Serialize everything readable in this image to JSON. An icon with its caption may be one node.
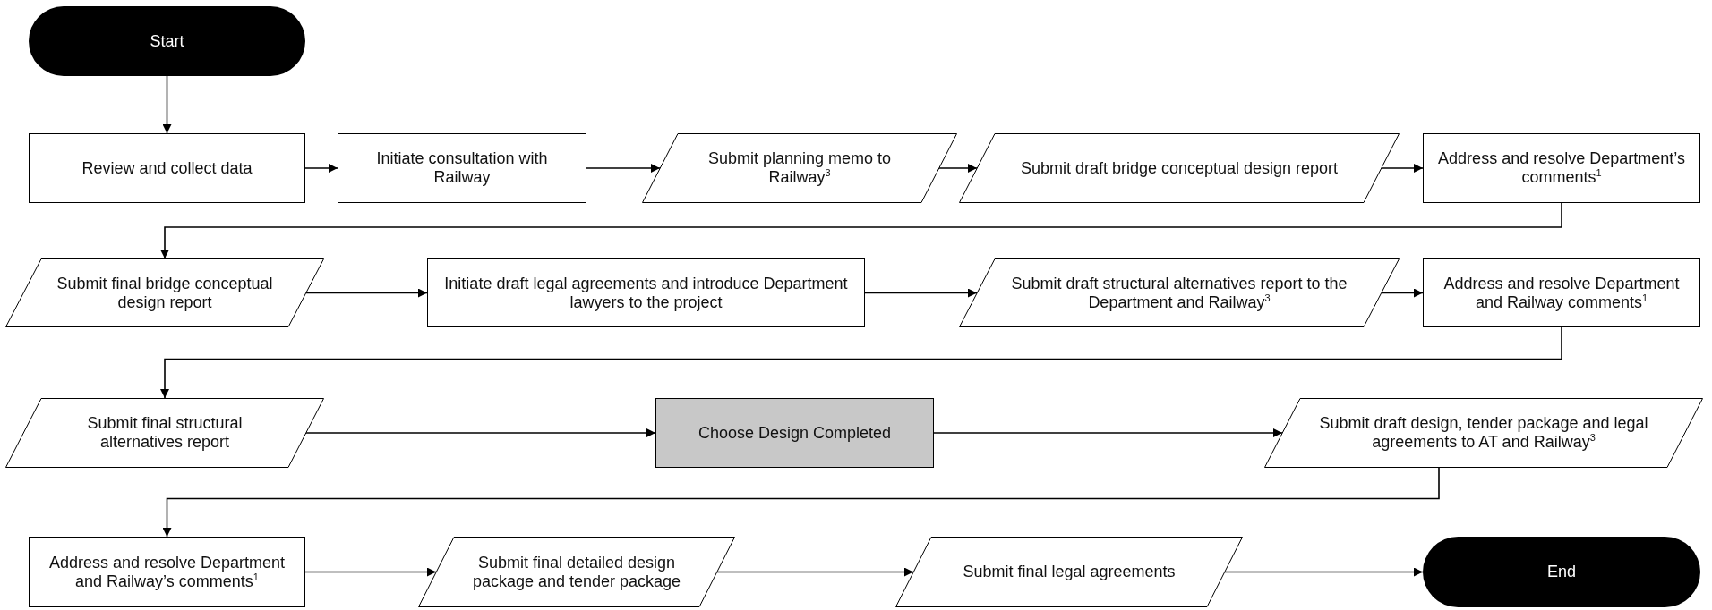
{
  "diagram": {
    "nodes": [
      {
        "text": [
          "Start"
        ]
      },
      {
        "text": [
          "Review and collect data"
        ]
      },
      {
        "text": [
          "Initiate consultation with Railway"
        ]
      },
      {
        "text": [
          "Submit planning memo to Railway$^{3}$"
        ]
      },
      {
        "text": [
          "Submit draft bridge conceptual design report"
        ]
      },
      {
        "text": [
          "Address and resolve Department’s comments$^{1}$"
        ]
      },
      {
        "text": [
          "Submit final bridge conceptual design report"
        ]
      },
      {
        "text": [
          "Initiate draft legal agreements and introduce Department lawyers to the project"
        ]
      },
      {
        "text": [
          "Submit draft structural alternatives report to the Department and Railway$^{3}$"
        ]
      },
      {
        "text": [
          "Address and resolve Department and Railway comments$^{1}$"
        ]
      },
      {
        "text": [
          "Submit final structural alternatives report"
        ]
      },
      {
        "text": [
          "Choose Design Completed"
        ]
      },
      {
        "text": [
          "Submit draft design, tender package and legal agreements to AT and Railway$^{3}$"
        ]
      },
      {
        "text": [
          "Address and resolve Department and Railway’s comments$^{1}$"
        ]
      },
      {
        "text": [
          "Submit final detailed design package and tender package"
        ]
      },
      {
        "text": [
          "Submit final legal agreements"
        ]
      },
      {
        "text": [
          "End"
        ]
      }
    ],
    "edges": [
      {
        "from": 0,
        "to": 1,
        "arrow": "to"
      },
      {
        "from": 1,
        "to": 2,
        "arrow": "to"
      },
      {
        "from": 2,
        "to": 3,
        "arrow": "to"
      },
      {
        "from": 3,
        "to": 4,
        "arrow": "to"
      },
      {
        "from": 4,
        "to": 5,
        "arrow": "to"
      },
      {
        "from": 5,
        "to": 6,
        "arrow": "to"
      },
      {
        "from": 6,
        "to": 7,
        "arrow": "to"
      },
      {
        "from": 7,
        "to": 8,
        "arrow": "to"
      },
      {
        "from": 8,
        "to": 9,
        "arrow": "to"
      },
      {
        "from": 9,
        "to": 10,
        "arrow": "to"
      },
      {
        "from": 10,
        "to": 11,
        "arrow": "to"
      },
      {
        "from": 11,
        "to": 12,
        "arrow": "to"
      },
      {
        "from": 12,
        "to": 13,
        "arrow": "to"
      },
      {
        "from": 13,
        "to": 14,
        "arrow": "to"
      },
      {
        "from": 14,
        "to": 15,
        "arrow": "to"
      },
      {
        "from": 15,
        "to": 16,
        "arrow": "to"
      }
    ]
  }
}
